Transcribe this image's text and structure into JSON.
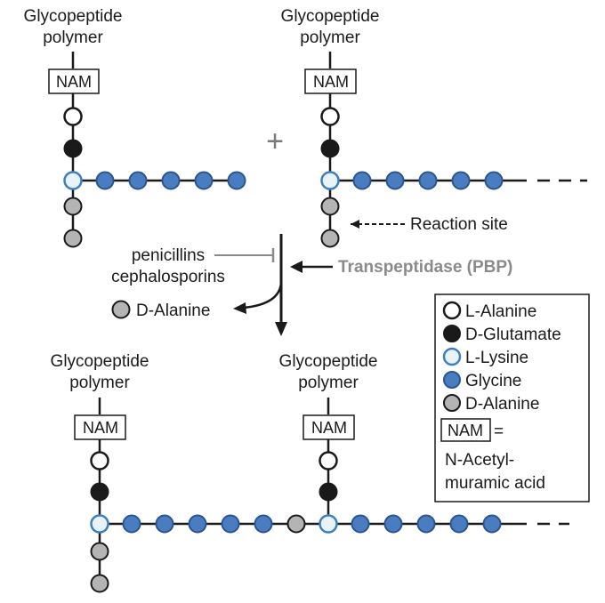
{
  "colors": {
    "l_alanine": "#ffffff",
    "d_glutamate": "#1a1a1a",
    "l_lysine": "#e8f3fb",
    "l_lysine_stroke": "#3f7fbf",
    "glycine": "#4a7cc0",
    "glycine_stroke": "#2a5590",
    "d_alanine": "#b4b4b4",
    "transpeptidase": "#8a8a8a"
  },
  "top_left": {
    "title_line1": "Glycopeptide",
    "title_line2": "polymer",
    "nam": "NAM"
  },
  "top_right": {
    "title_line1": "Glycopeptide",
    "title_line2": "polymer",
    "nam": "NAM"
  },
  "plus_sign": "+",
  "reaction_site": "Reaction site",
  "inhibitors": {
    "line1": "penicillins",
    "line2": "cephalosporins"
  },
  "enzyme": "Transpeptidase (PBP)",
  "released": "D-Alanine",
  "bottom_left": {
    "title_line1": "Glycopeptide",
    "title_line2": "polymer",
    "nam": "NAM"
  },
  "bottom_right": {
    "title_line1": "Glycopeptide",
    "title_line2": "polymer",
    "nam": "NAM"
  },
  "legend": {
    "items": [
      "L-Alanine",
      "D-Glutamate",
      "L-Lysine",
      "Glycine",
      "D-Alanine"
    ],
    "nam_box": "NAM",
    "equals": "=",
    "definition_line1": "N-Acetyl-",
    "definition_line2": "muramic acid"
  }
}
